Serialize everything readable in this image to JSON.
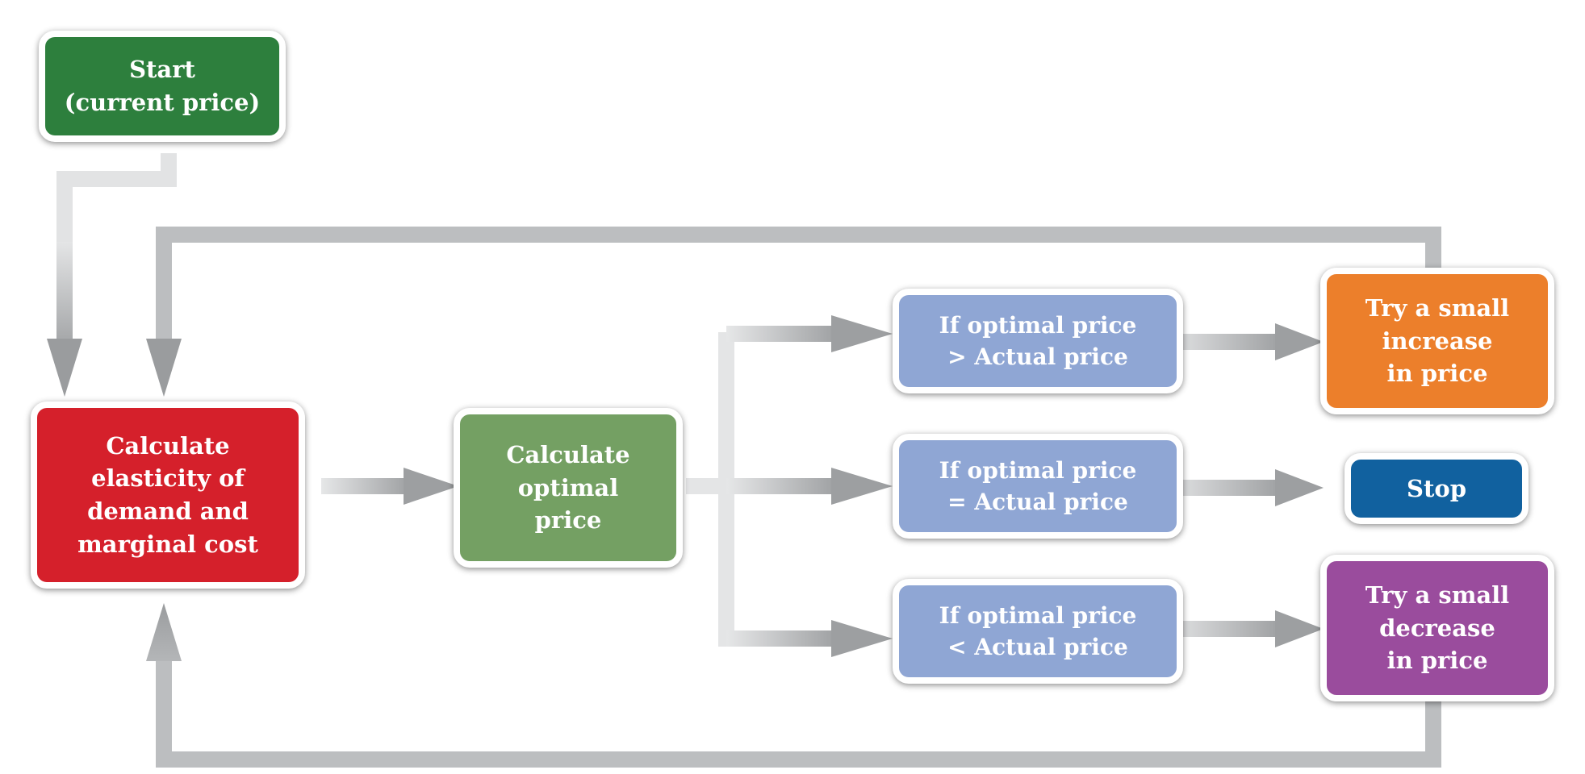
{
  "nodes": {
    "start": {
      "line1": "Start",
      "line2": "(current price)",
      "color": "#2d7f3d"
    },
    "calc_elasticity": {
      "line1": "Calculate",
      "line2": "elasticity of",
      "line3": "demand and",
      "line4": "marginal cost",
      "color": "#d5202b"
    },
    "calc_optimal": {
      "line1": "Calculate",
      "line2": "optimal",
      "line3": "price",
      "color": "#74a063"
    },
    "if_greater": {
      "line1": "If optimal price",
      "line2": "> Actual price",
      "color": "#8fa6d4"
    },
    "if_equal": {
      "line1": "If optimal price",
      "line2": "= Actual price",
      "color": "#8fa6d4"
    },
    "if_less": {
      "line1": "If optimal price",
      "line2": "< Actual price",
      "color": "#8fa6d4"
    },
    "increase": {
      "line1": "Try a small",
      "line2": "increase",
      "line3": "in price",
      "color": "#ec7f2b"
    },
    "stop": {
      "line1": "Stop",
      "color": "#11619f"
    },
    "decrease": {
      "line1": "Try a small",
      "line2": "decrease",
      "line3": "in price",
      "color": "#9a4c9d"
    }
  },
  "connector_color": "#a5a7a9"
}
